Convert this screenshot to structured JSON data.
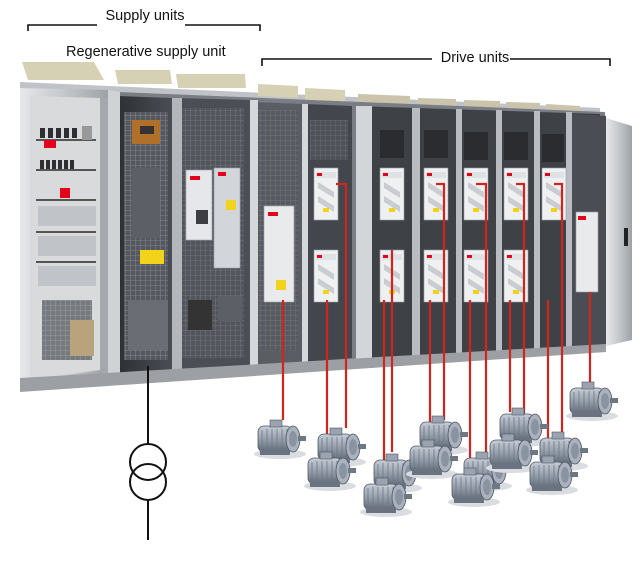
{
  "labels": {
    "supply_units": "Supply units",
    "regenerative_supply_unit": "Regenerative supply unit",
    "drive_units": "Drive units"
  },
  "colors": {
    "cabinet": "#c9ccd0",
    "cabinet_dark": "#6e7278",
    "interior": "#3a3d42",
    "mesh": "#8d9196",
    "cable": "#d2231c",
    "motor": "#9aa3b0",
    "motor_dark": "#5f6874",
    "drive_module": "#e4e6e8",
    "brand": "#e2001a",
    "warning": "#f2d21b"
  },
  "icons": [
    "transformer-symbol",
    "electric-motor-icon",
    "drive-module-icon",
    "cabinet-door-icon"
  ]
}
